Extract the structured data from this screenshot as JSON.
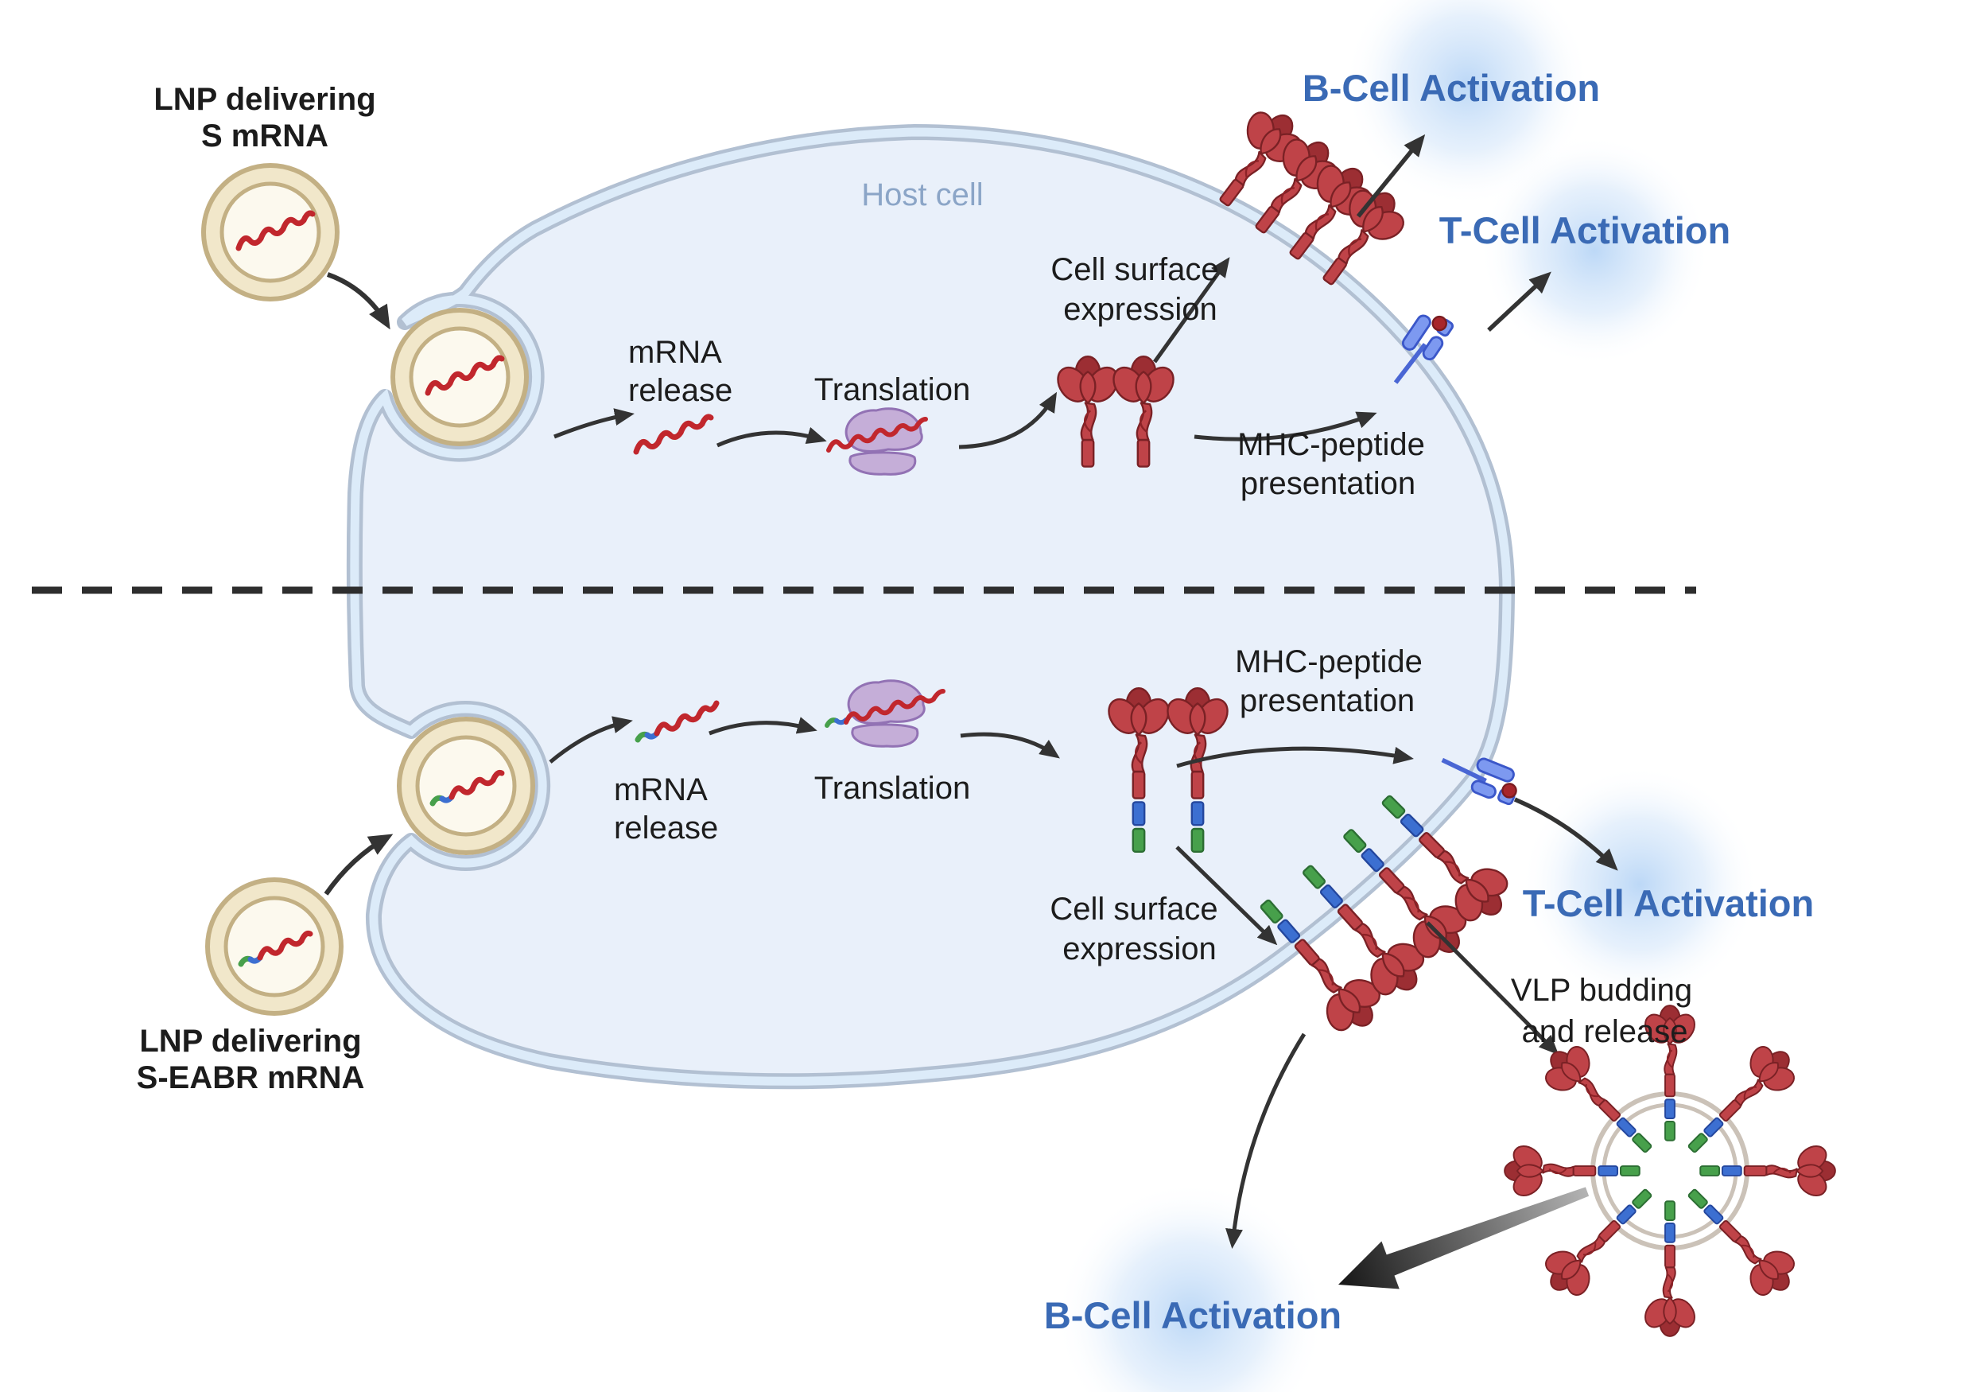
{
  "host_cell_label": "Host cell",
  "top_pathway": {
    "lnp_line1": "LNP delivering",
    "lnp_line2": "S mRNA",
    "mrna_release_line1": "mRNA",
    "mrna_release_line2": "release",
    "translation": "Translation",
    "cell_surface_line1": "Cell surface",
    "cell_surface_line2": "expression",
    "mhc_line1": "MHC-peptide",
    "mhc_line2": "presentation",
    "b_cell_activation": "B-Cell Activation",
    "t_cell_activation": "T-Cell Activation"
  },
  "bottom_pathway": {
    "lnp_line1": "LNP delivering",
    "lnp_line2": "S-EABR mRNA",
    "mrna_release_line1": "mRNA",
    "mrna_release_line2": "release",
    "translation": "Translation",
    "cell_surface_line1": "Cell surface",
    "cell_surface_line2": "expression",
    "mhc_line1": "MHC-peptide",
    "mhc_line2": "presentation",
    "vlp_line1": "VLP budding",
    "vlp_line2": "and release",
    "b_cell_activation": "B-Cell Activation",
    "t_cell_activation": "T-Cell Activation"
  },
  "colors": {
    "c-label": "#1c1c1c",
    "c-activation": "#3a6ab5",
    "c-hostcell": "#8ba5c7",
    "c-cell-fill": "#e9f0fa",
    "c-membrane": "#b2c0d2",
    "c-membrane-gap": "#dcebf9",
    "c-spike-red": "#bf4348",
    "c-spike-dark": "#7a2125",
    "c-eabr-blue": "#3c6fd1",
    "c-eabr-green": "#47a04b",
    "c-lnp-ring": "#f1e7ca",
    "c-lnp-edge": "#c3b084",
    "c-lnp-core": "#fcf9ee",
    "c-mrna-red": "#c1272d",
    "c-ribosome": "#c5aed8",
    "c-ribosome-edge": "#9272b4",
    "c-mhc-blue": "#7d99f0",
    "c-mhc-edge": "#3b57c9",
    "c-peptide-red": "#a8262c",
    "c-glow": "#b9d6f6",
    "c-arrow": "#333333",
    "c-vlp-ring": "#cbc2b8"
  }
}
